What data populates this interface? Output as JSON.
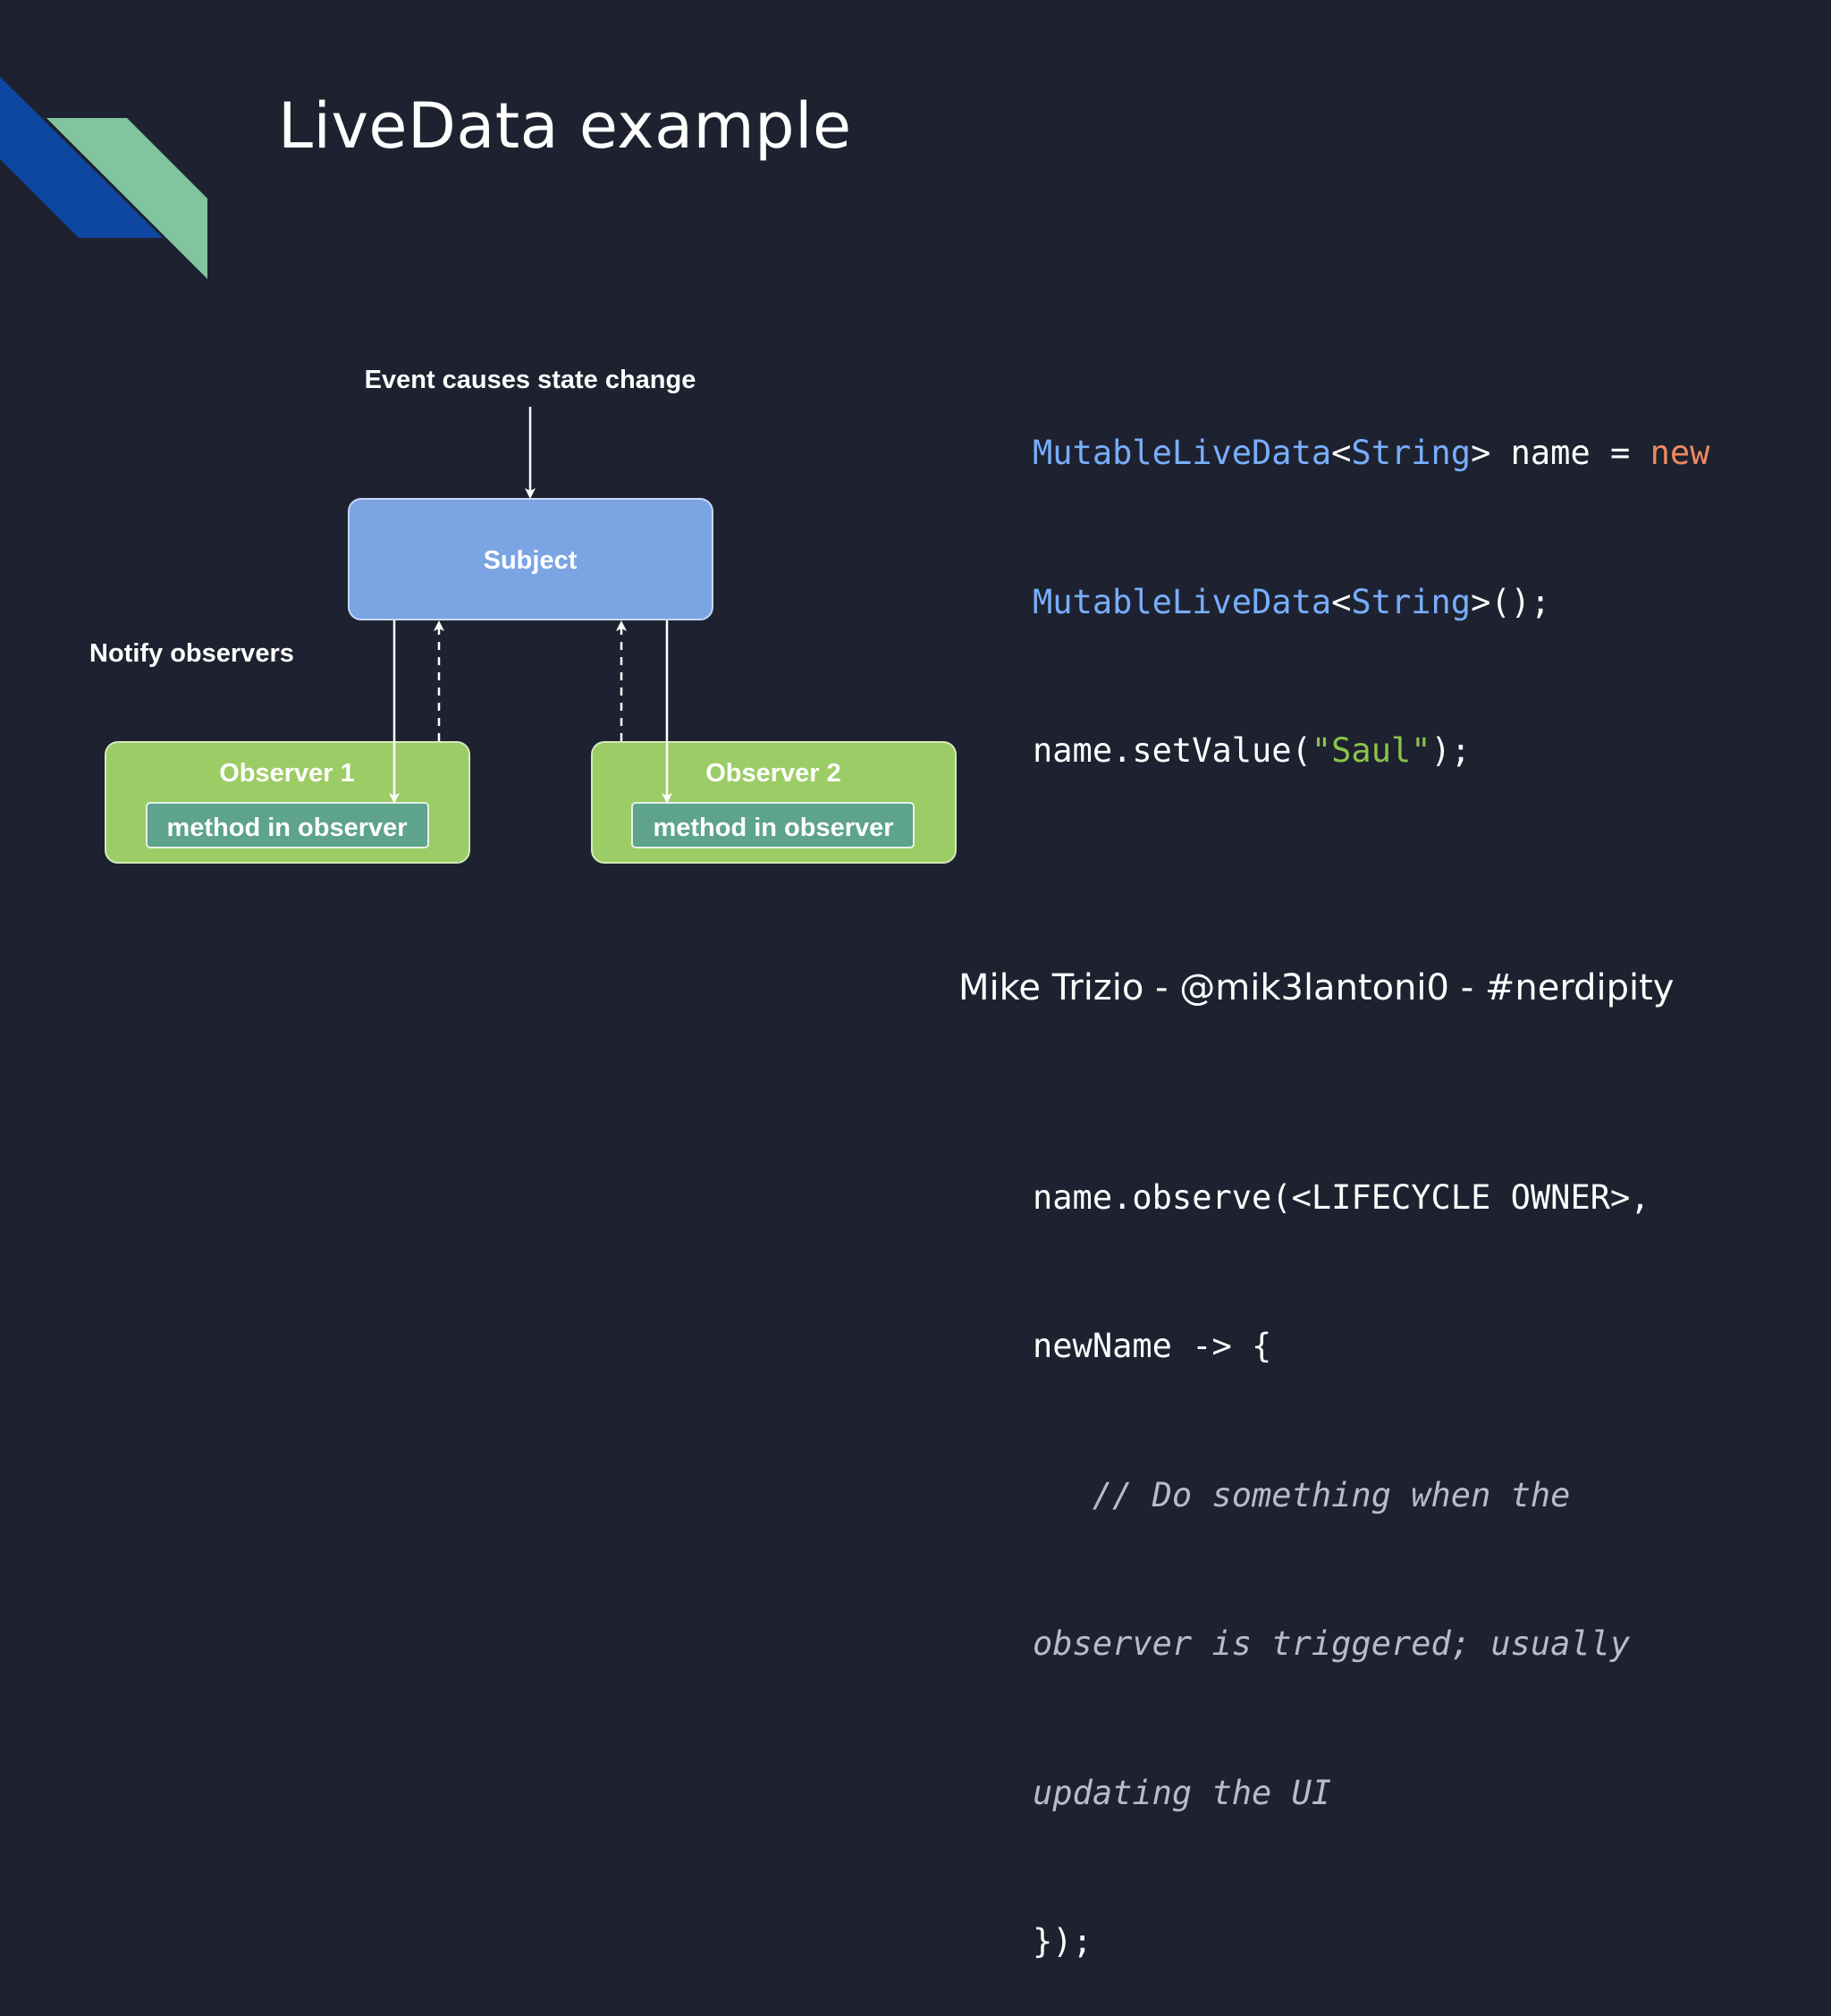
{
  "slide": {
    "title": "LiveData example",
    "footer": "Mike Trizio - @mik3lantoni0 - #nerdipity"
  },
  "colors": {
    "background": "#1e2230",
    "deco_blue": "#0d47a1",
    "deco_green": "#81c4a0",
    "subject_fill": "#7ba4e3",
    "observer_fill": "#9ccc65",
    "method_fill": "#5ea38c",
    "code_type": "#78aefc",
    "code_keyword": "#f08a5d",
    "code_string": "#8bc34a",
    "code_comment": "#b6bcc8"
  },
  "diagram": {
    "event_label": "Event causes state change",
    "notify_label": "Notify observers",
    "subject_label": "Subject",
    "observers": [
      {
        "name": "Observer 1",
        "method": "method in observer"
      },
      {
        "name": "Observer 2",
        "method": "method in observer"
      }
    ]
  },
  "code": {
    "line1": {
      "type1": "MutableLiveData",
      "p1": "<",
      "type2": "String",
      "p2": "> name = ",
      "kw": "new"
    },
    "line2": {
      "type1": "MutableLiveData",
      "p1": "<",
      "type2": "String",
      "p2": ">();"
    },
    "line3": {
      "p1": "name.setValue(",
      "str": "\"Saul\"",
      "p2": ");"
    },
    "line4": "name.observe(<LIFECYCLE OWNER>,",
    "line5": "newName -> {",
    "line6": "   // Do something when the",
    "line7": "observer is triggered; usually",
    "line8": "updating the UI",
    "line9": "});"
  }
}
